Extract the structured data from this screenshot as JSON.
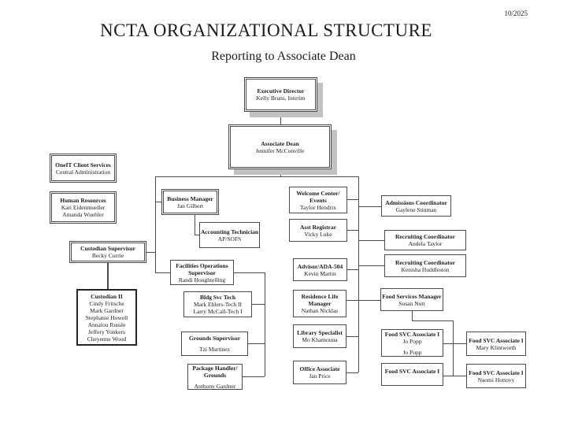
{
  "page": {
    "date": "10/2025",
    "title": "NCTA ORGANIZATIONAL STRUCTURE",
    "subtitle": "Reporting to Associate Dean"
  },
  "nodes": {
    "executive_director": {
      "title": "Executive Director",
      "lines": [
        "Kelly Bruns, Interim"
      ]
    },
    "associate_dean": {
      "title": "Associate Dean",
      "lines": [
        "Jennifer McConville"
      ]
    },
    "oneit_client_services": {
      "title": "OneIT Client Services",
      "lines": [
        "Central Administration"
      ]
    },
    "human_resources": {
      "title": "Human Resources",
      "lines": [
        "Kari Eidenmueller",
        "Amanda Wuehler"
      ]
    },
    "custodian_supervisor": {
      "title": "Custodian Supervisor",
      "lines": [
        "Becky Currie"
      ]
    },
    "custodian_ii": {
      "title": "Custodian II",
      "lines": [
        "Cindy Fritsche",
        "Mark Gardner",
        "Stephanie Howell",
        "Annalou Russle",
        "Jeffery Yonkers",
        "Cheyenne Wood"
      ]
    },
    "business_manager": {
      "title": "Business Manager",
      "lines": [
        "Jan Gilbert"
      ]
    },
    "accounting_technician": {
      "title": "Accounting Technician",
      "lines": [
        "AP/SOFS"
      ]
    },
    "facilities_operations_supervisor": {
      "title": "Facilities Operations",
      "title2": "Supervisor",
      "lines": [
        "Randi Houghtelling"
      ]
    },
    "bldg_svc_tech": {
      "title": "Bldg Svc Tech",
      "lines": [
        "Mark Ehlers-Tech II",
        "Larry McCall-Tech I"
      ]
    },
    "grounds_supervisor": {
      "title": "Grounds Supervisor",
      "lines": [
        "Tzi Martinez"
      ]
    },
    "package_handler_grounds": {
      "title": "Package Handler/",
      "title2": "Grounds",
      "lines": [
        "Anthony Gardner"
      ]
    },
    "welcome_center_events": {
      "title": "Welcome Center/",
      "title2": "Events",
      "lines": [
        "Taylor Hendrix"
      ]
    },
    "asst_registrar": {
      "title": "Asst Registrar",
      "lines": [
        "Vicky Luke"
      ]
    },
    "advisor_ada_504": {
      "title": "Advisor/ADA-504",
      "lines": [
        "Kevin Martin"
      ]
    },
    "residence_life_manager": {
      "title": "Residence Life",
      "title2": "Manager",
      "lines": [
        "Nathan Nicklas"
      ]
    },
    "library_specialist": {
      "title": "Library Specialist",
      "lines": [
        "Mo Khamouna"
      ]
    },
    "office_associate": {
      "title": "Office Associate",
      "lines": [
        "Jan Price"
      ]
    },
    "admissions_coordinator": {
      "title": "Admissions Coordinator",
      "lines": [
        "Gaylene Stinman"
      ]
    },
    "recruiting_coordinator_1": {
      "title": "Recruiting Coordinator",
      "lines": [
        "Andela Taylor"
      ]
    },
    "recruiting_coordinator_2": {
      "title": "Recruiting Coordinator",
      "lines": [
        "Kenisha Huddleston"
      ]
    },
    "food_services_manager": {
      "title": "Food Services Manager",
      "lines": [
        "Susan Nutt"
      ]
    },
    "food_svc_associate_1": {
      "title": "Food SVC Associate I",
      "lines": [
        "Jo Popp",
        "Jo Popp"
      ]
    },
    "food_svc_associate_2": {
      "title": "Food SVC Associate I",
      "lines": []
    },
    "food_svc_associate_mary": {
      "title": "Food SVC Associate I",
      "lines": [
        "Mary Klintworth"
      ]
    },
    "food_svc_associate_naomi": {
      "title": "Food SVC Associate I",
      "lines": [
        "Naomi Hottovy"
      ]
    }
  },
  "colors": {
    "line": "#4a4a4a",
    "shadow": "#c2c2c2",
    "background": "#ffffff"
  }
}
